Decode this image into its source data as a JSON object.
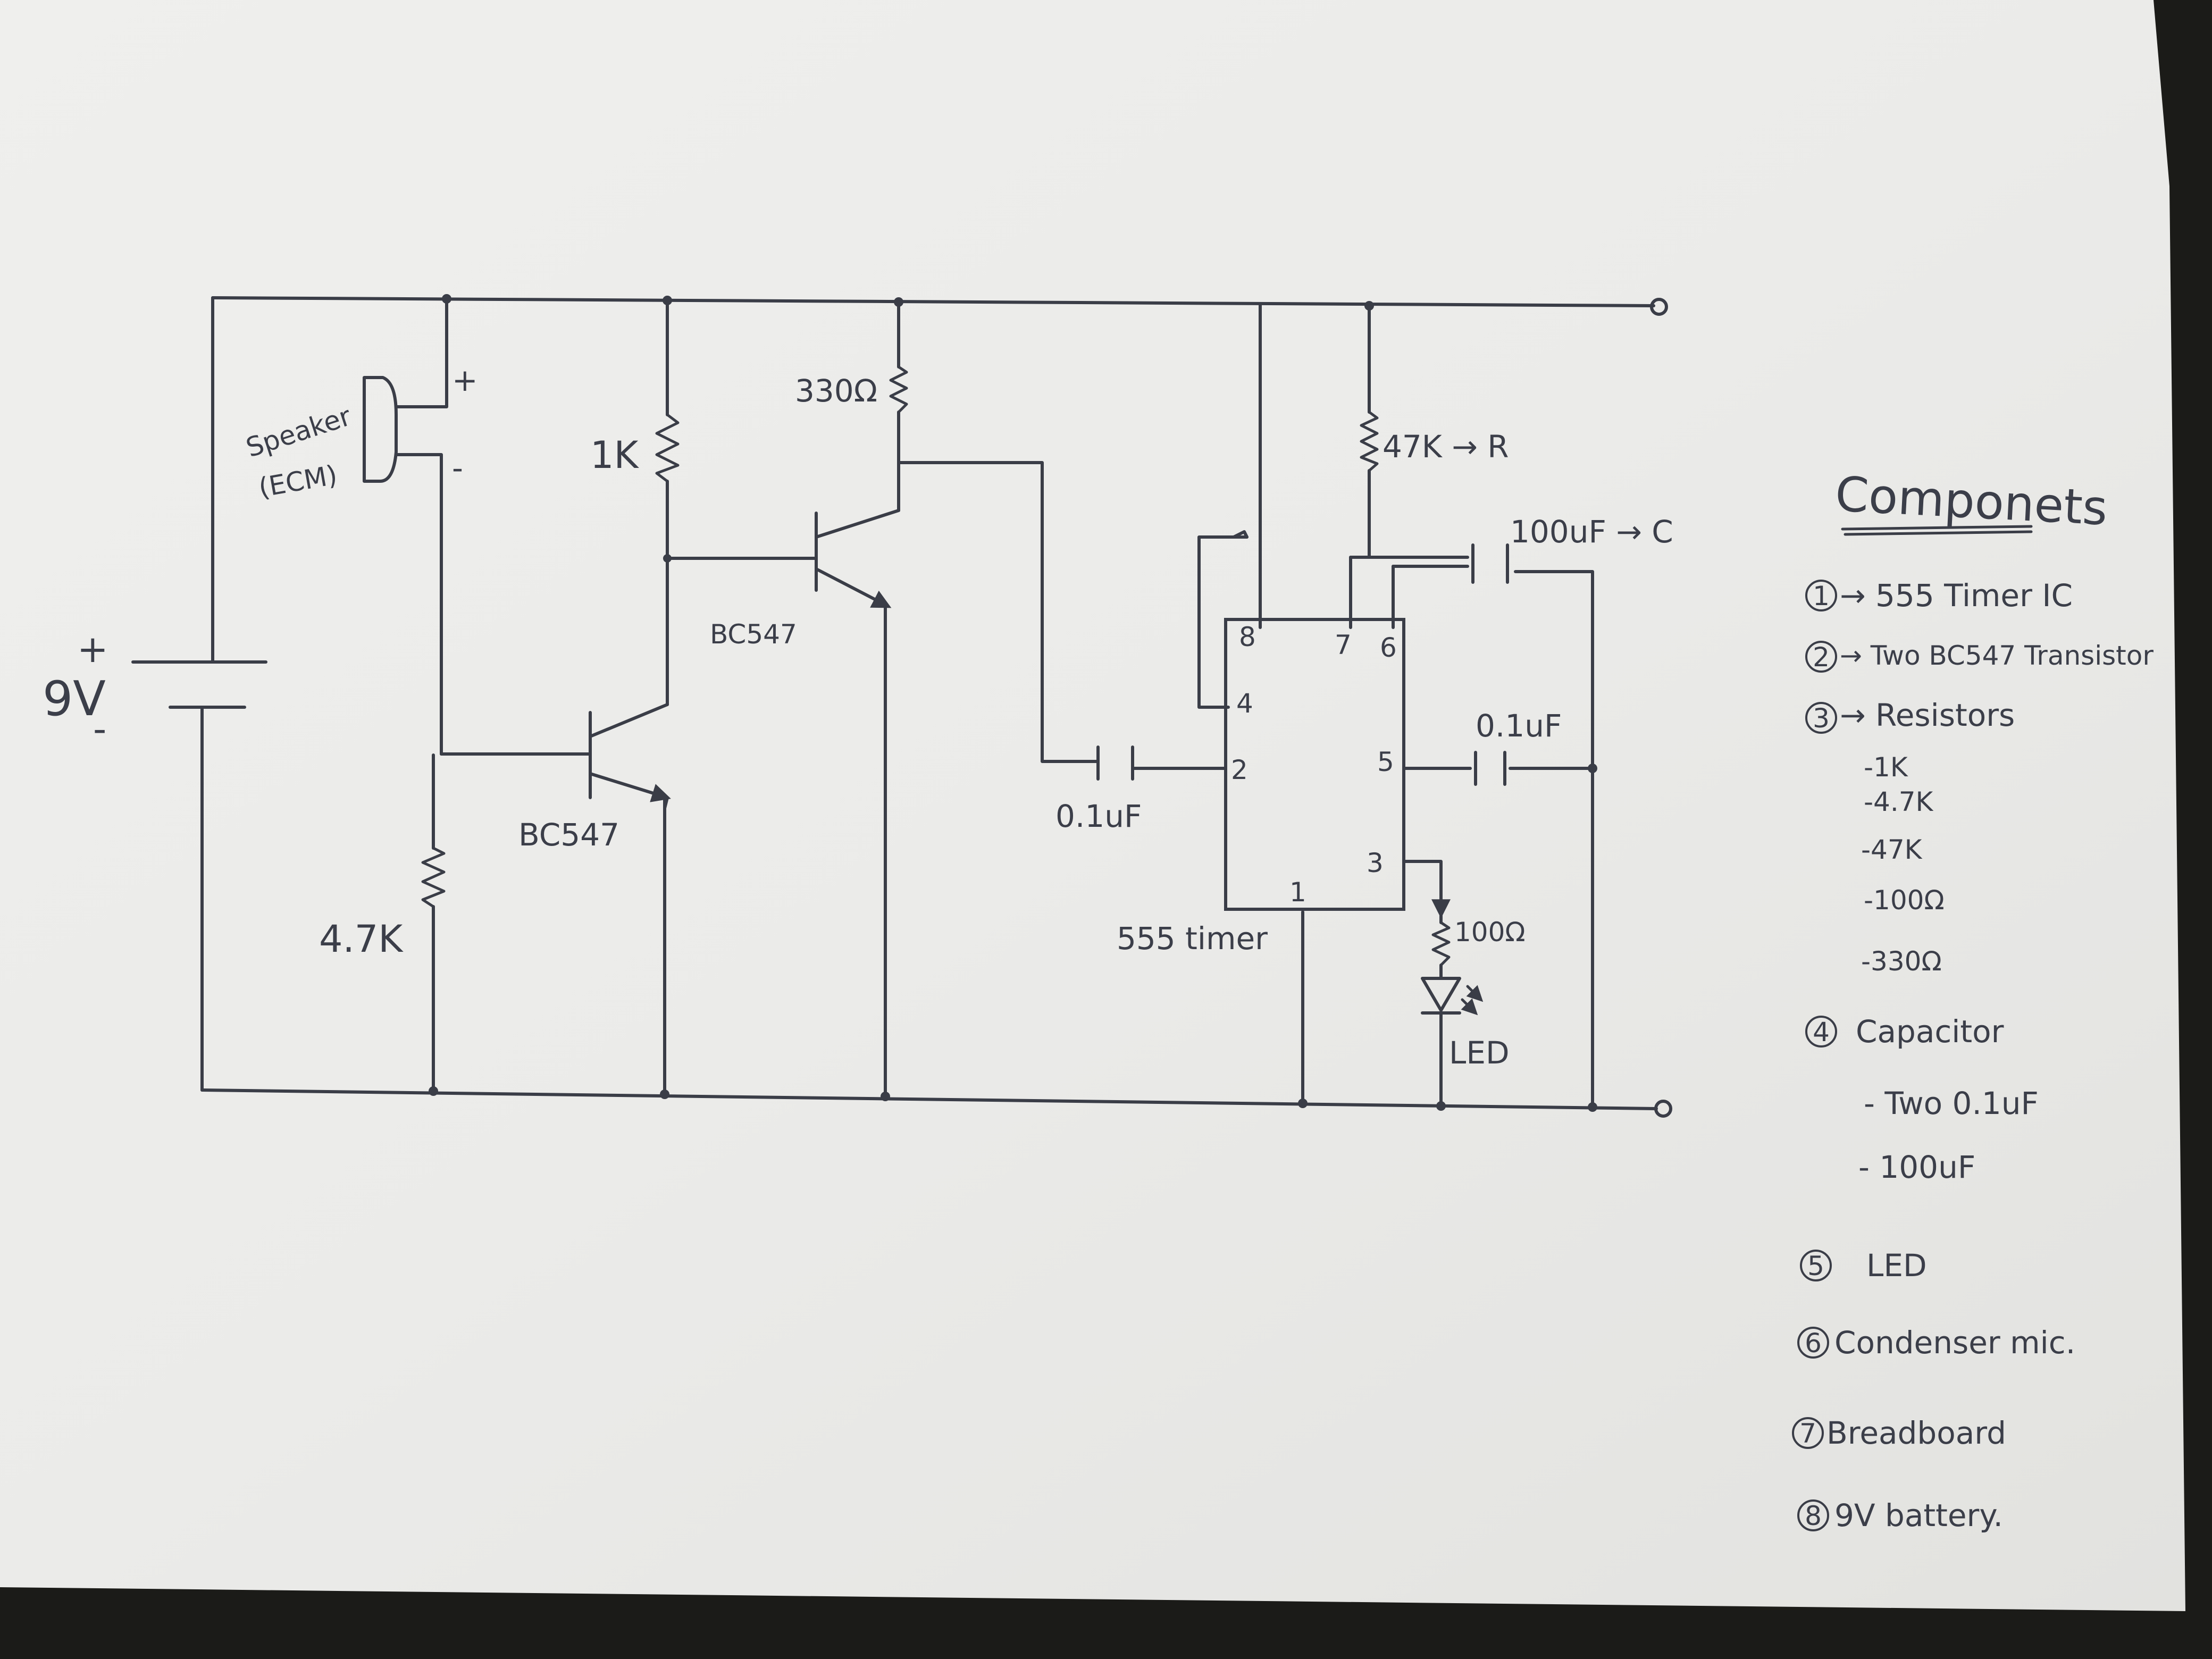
{
  "diagram": {
    "battery": {
      "voltage": "9V",
      "plus": "+",
      "minus": "-"
    },
    "speaker": {
      "label": "Speaker",
      "sublabel": "(ECM)",
      "plus": "+",
      "minus": "-"
    },
    "resistors": {
      "r1": "1K",
      "r2": "4.7K",
      "r3": "330Ω",
      "r_timing": "47K → R",
      "r_led": "100Ω"
    },
    "transistors": {
      "q1": "BC547",
      "q2": "BC547"
    },
    "capacitors": {
      "c_trigger": "0.1uF",
      "c_control": "0.1uF",
      "c_timing": "100uF → C"
    },
    "ic": {
      "name": "555 timer",
      "pins": {
        "p8": "8",
        "p7": "7",
        "p6": "6",
        "p4": "4",
        "p2": "2",
        "p5": "5",
        "p3": "3",
        "p1": "1"
      }
    },
    "led": "LED"
  },
  "components": {
    "title": "Componets",
    "items": {
      "i1": {
        "num": "1",
        "text": "→ 555 Timer IC"
      },
      "i2": {
        "num": "2",
        "text": "→ Two BC547 Transistor"
      },
      "i3": {
        "num": "3",
        "text": "→ Resistors"
      },
      "r_list": [
        "-1K",
        "-4.7K",
        "-47K",
        "-100Ω",
        "-330Ω"
      ],
      "i4": {
        "num": "4",
        "text": "Capacitor"
      },
      "c_list": [
        "- Two 0.1uF",
        "- 100uF"
      ],
      "i5": {
        "num": "5",
        "text": "LED"
      },
      "i6": {
        "num": "6",
        "text": "Condenser mic."
      },
      "i7": {
        "num": "7",
        "text": "Breadboard"
      },
      "i8": {
        "num": "8",
        "text": "9V battery."
      }
    }
  },
  "colors": {
    "paper": "#ececea",
    "ink": "#3a3d47",
    "table": "#1b1b18"
  }
}
